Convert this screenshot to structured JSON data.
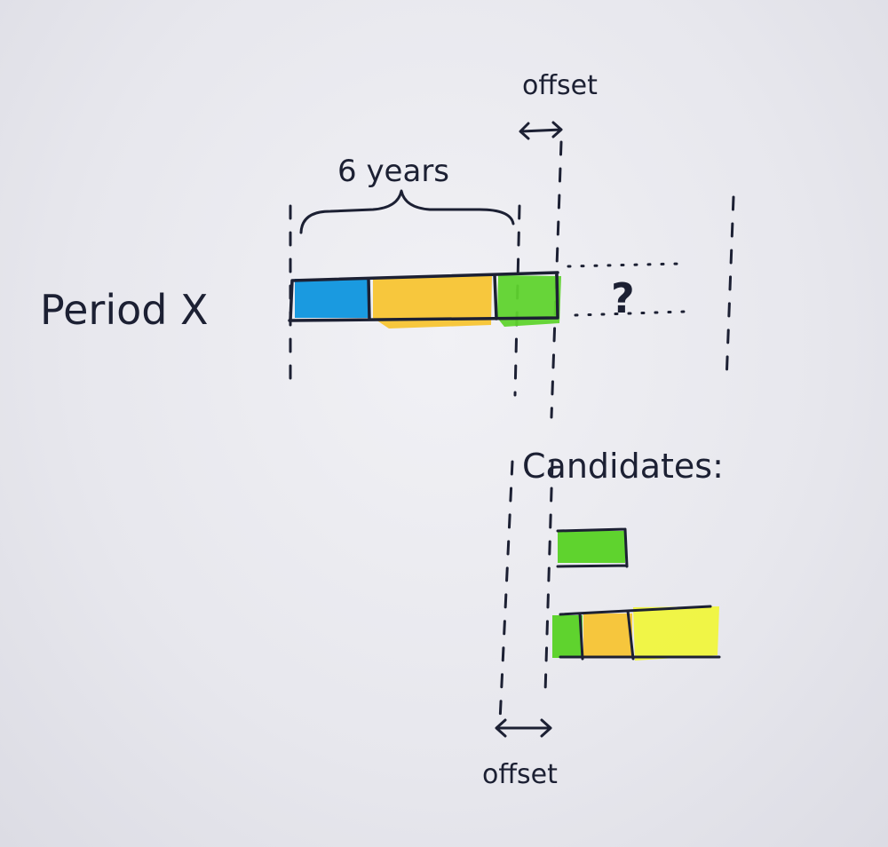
{
  "labels": {
    "period": "Period X",
    "duration": "6 years",
    "offset_top": "offset",
    "offset_bottom": "offset",
    "unknown": "?",
    "candidates": "Candidates:"
  },
  "colors": {
    "ink": "#1c2033",
    "blue": "#1a9ae0",
    "orange": "#f7c433",
    "green": "#5fd32e",
    "yellow": "#f0f53d",
    "paper": "#eaeaf0"
  }
}
